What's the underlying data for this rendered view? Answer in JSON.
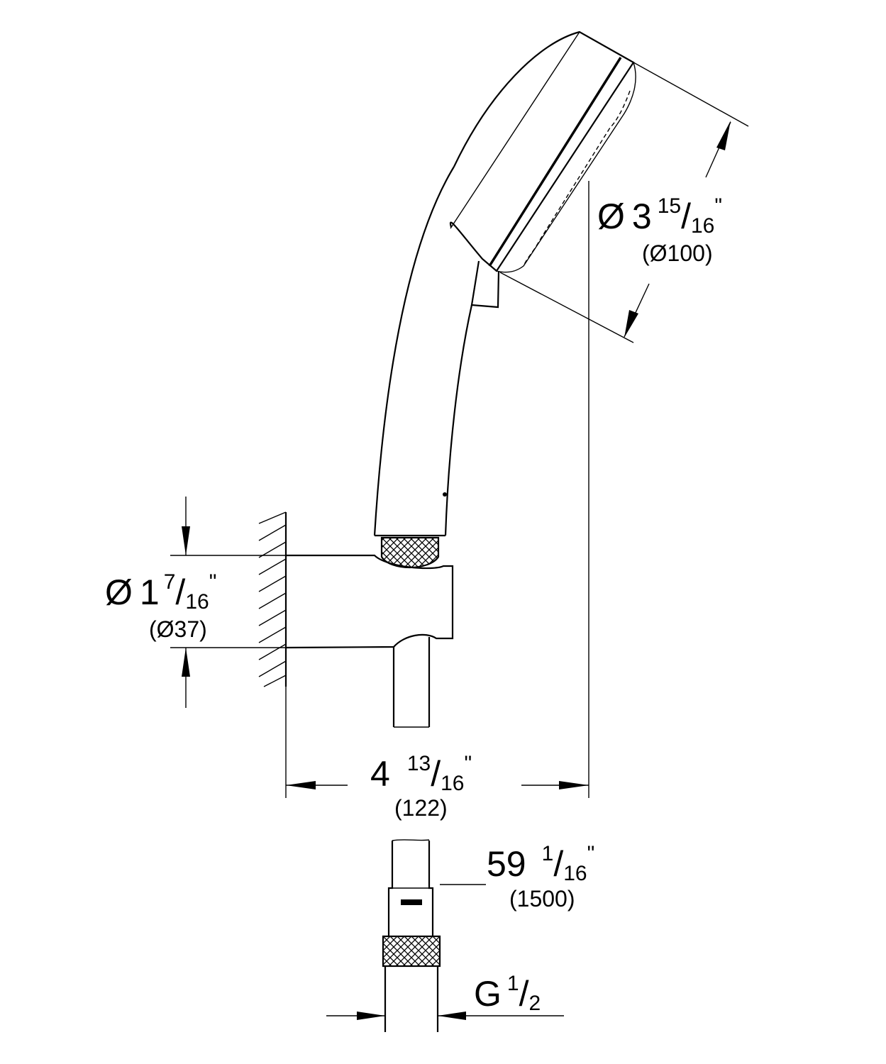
{
  "drawing": {
    "head_diameter": {
      "symbol": "Ø",
      "whole": "3",
      "numerator": "15",
      "denominator": "16",
      "unit": "\"",
      "metric": "(Ø100)"
    },
    "holder_diameter": {
      "symbol": "Ø",
      "whole": "1",
      "numerator": "7",
      "denominator": "16",
      "unit": "\"",
      "metric": "(Ø37)"
    },
    "projection": {
      "whole": "4",
      "numerator": "13",
      "denominator": "16",
      "unit": "\"",
      "metric": "(122)"
    },
    "hose_length": {
      "whole": "59",
      "numerator": "1",
      "denominator": "16",
      "unit": "\"",
      "metric": "(1500)"
    },
    "thread": {
      "prefix": "G",
      "numerator": "1",
      "denominator": "2"
    }
  }
}
